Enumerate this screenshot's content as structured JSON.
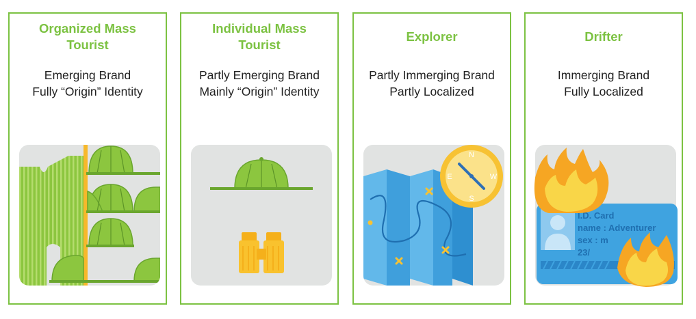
{
  "cards": [
    {
      "title_line1": "Organized Mass",
      "title_line2": "Tourist",
      "desc_line1": "Emerging Brand",
      "desc_line2": "Fully “Origin” Identity",
      "icon": "caps-and-flag"
    },
    {
      "title_line1": "Individual Mass",
      "title_line2": "Tourist",
      "desc_line1": "Partly Emerging Brand",
      "desc_line2": "Mainly “Origin” Identity",
      "icon": "cap-and-binoculars"
    },
    {
      "title_line1": "Explorer",
      "title_line2": "",
      "desc_line1": "Partly Immerging Brand",
      "desc_line2": "Partly Localized",
      "icon": "map-and-compass"
    },
    {
      "title_line1": "Drifter",
      "title_line2": "",
      "desc_line1": "Immerging Brand",
      "desc_line2": "Fully Localized",
      "icon": "burning-id-card"
    }
  ],
  "compass": {
    "n": "N",
    "e": "E",
    "s": "S",
    "w": "W"
  },
  "id_card": {
    "line1": "I.D. Card",
    "line2": "name : Adventurer",
    "line3": "sex : m",
    "line4": "23/"
  },
  "colors": {
    "accent_green": "#7cc242",
    "cap_green": "#8cc63f",
    "panel_gray": "#e1e3e2",
    "map_blue": "#4aa8e0",
    "compass_yellow": "#f7c233",
    "flame_orange": "#f6a623",
    "binocular_yellow": "#f9c22e"
  }
}
